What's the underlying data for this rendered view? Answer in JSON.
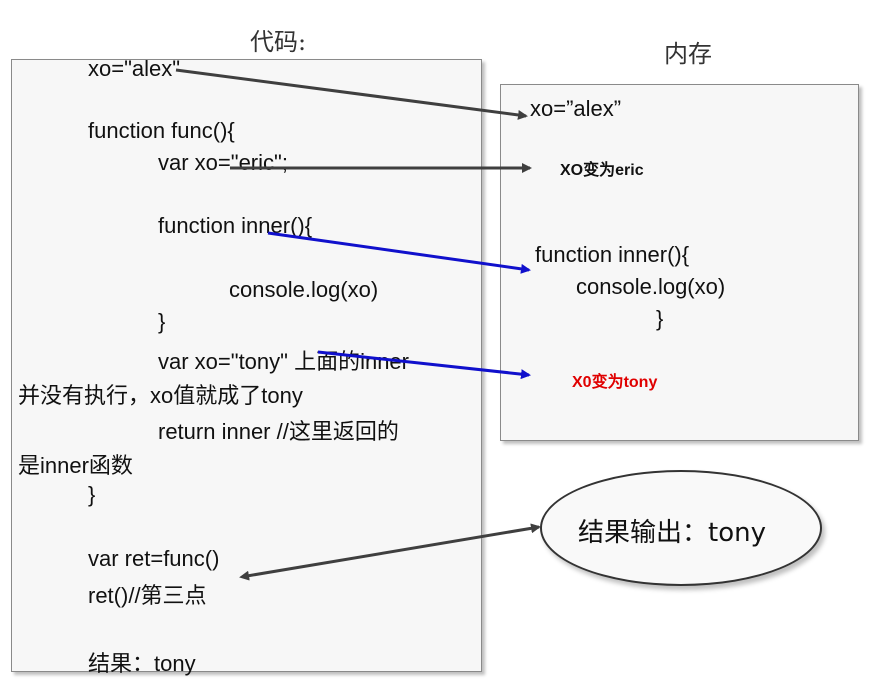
{
  "titles": {
    "code": "代码:",
    "memory": "内存"
  },
  "code_lines": {
    "l1": "xo=\"alex\"",
    "l2": "function func(){",
    "l3": "var xo=\"eric\";",
    "l4": "function inner(){",
    "l5": "console.log(xo)",
    "l6": "}",
    "l7": "var xo=\"tony\" 上面的inner",
    "l8": "并没有执行，xo值就成了tony",
    "l9": "return inner //这里返回的",
    "l10": "是inner函数",
    "l11": "}",
    "l12": "var ret=func()",
    "l13": "ret()//第三点",
    "l14": "结果：tony"
  },
  "memory": {
    "m1": "xo=”alex”",
    "m2": "XO变为eric",
    "m3": "function inner(){",
    "m4": "console.log(xo)",
    "m5": "}",
    "m6": "X0变为tony"
  },
  "result": {
    "label": "结果输出：tony"
  },
  "colors": {
    "dark_arrow": "#3f3f3f",
    "blue_arrow": "#1010cc",
    "red_text": "#e00000"
  }
}
